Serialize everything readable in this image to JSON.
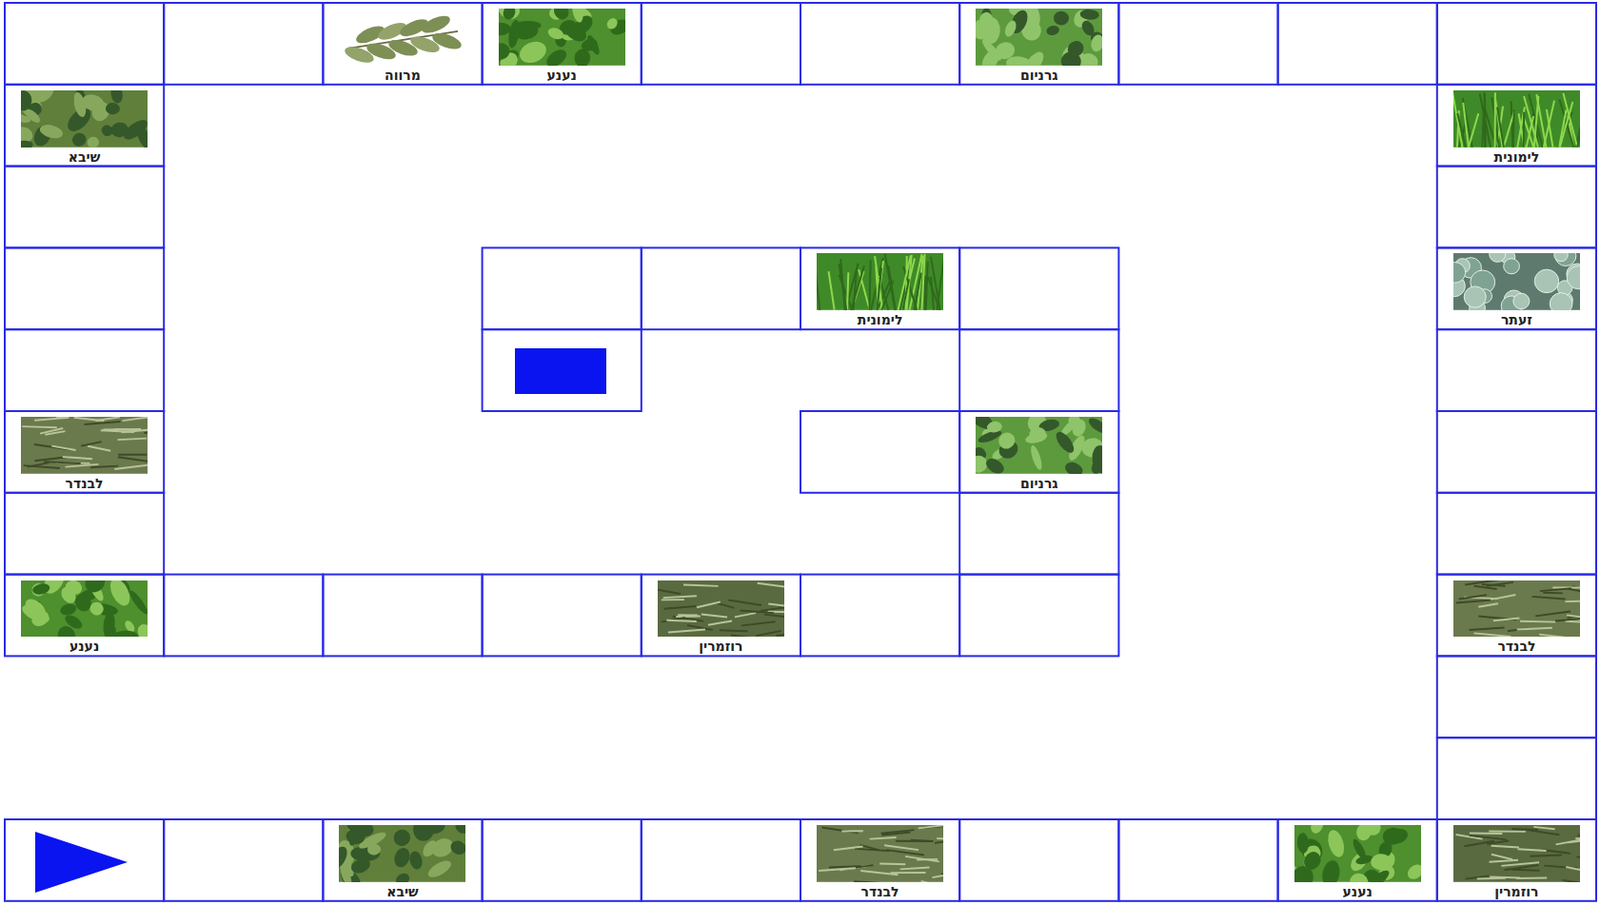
{
  "diagram": {
    "nodes": [
      {
        "text": [
          "מרווה"
        ]
      },
      {
        "text": [
          "נענע"
        ]
      },
      {
        "text": [
          "גרניום"
        ]
      },
      {
        "text": [
          "שיבא"
        ]
      },
      {
        "text": [
          "לימונית"
        ]
      },
      {
        "text": [
          "לימונית"
        ]
      },
      {
        "text": [
          "זעתר"
        ]
      },
      {
        "text": [
          "לבנדר"
        ]
      },
      {
        "text": [
          "גרניום"
        ]
      },
      {
        "text": [
          "נענע"
        ]
      },
      {
        "text": [
          "רוזמרין"
        ]
      },
      {
        "text": [
          "לבנדר"
        ]
      },
      {
        "text": [
          "שיבא"
        ]
      },
      {
        "text": [
          "לבנדר"
        ]
      },
      {
        "text": [
          "נענע"
        ]
      },
      {
        "text": [
          "רוזמרין"
        ]
      }
    ]
  }
}
